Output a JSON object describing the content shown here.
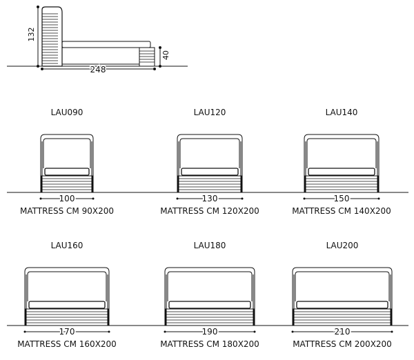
{
  "side_view": {
    "height_label": "132",
    "length_label": "248",
    "base_label": "40"
  },
  "models": [
    {
      "code": "LAU090",
      "width": "100",
      "mattress": "MATTRESS CM 90X200"
    },
    {
      "code": "LAU120",
      "width": "130",
      "mattress": "MATTRESS CM 120X200"
    },
    {
      "code": "LAU140",
      "width": "150",
      "mattress": "MATTRESS CM 140X200"
    },
    {
      "code": "LAU160",
      "width": "170",
      "mattress": "MATTRESS CM 160X200"
    },
    {
      "code": "LAU180",
      "width": "190",
      "mattress": "MATTRESS CM 180X200"
    },
    {
      "code": "LAU200",
      "width": "210",
      "mattress": "MATTRESS CM 200X200"
    }
  ]
}
